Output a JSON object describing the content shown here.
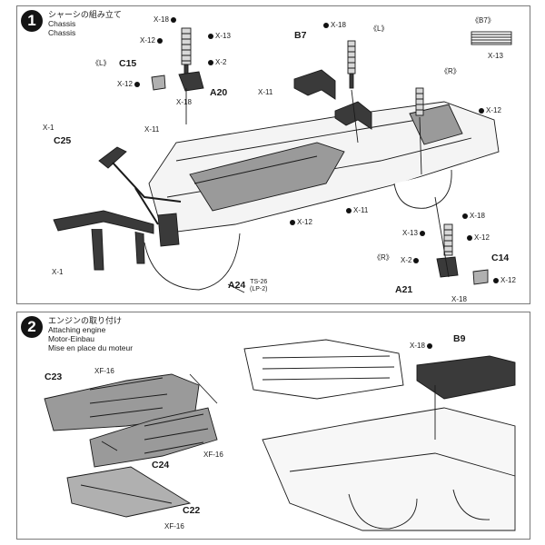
{
  "step1": {
    "number": "1",
    "title_jp": "シャーシの組み立て",
    "title_en": "Chassis",
    "title_de": "Chassis",
    "labels": {
      "x18_a": "X-18",
      "x12_a": "X-12",
      "x13_a": "X-13",
      "x2_a": "X-2",
      "c15": "C15",
      "l_a": "《L》",
      "x12_b": "X-12",
      "a20": "A20",
      "x18_b": "X-18",
      "b7_label": "B7",
      "x18_c": "X-18",
      "l_b": "《L》",
      "b7_bracket": "《B7》",
      "x13_b": "X-13",
      "r_a": "《R》",
      "x12_c": "X-12",
      "x11_a": "X-11",
      "x1_a": "X-1",
      "c25": "C25",
      "x11_b": "X-11",
      "x12_d": "X-12",
      "x11_c": "X-11",
      "x18_d": "X-18",
      "x13_c": "X-13",
      "x12_e": "X-12",
      "r_b": "《R》",
      "x2_b": "X-2",
      "c14": "C14",
      "x12_f": "X-12",
      "a21": "A21",
      "x18_e": "X-18",
      "x1_b": "X-1",
      "a24": "A24",
      "ts26": "TS-26",
      "lp2": "(LP-2)"
    }
  },
  "step2": {
    "number": "2",
    "title_jp": "エンジンの取り付け",
    "title_en": "Attaching engine",
    "title_de": "Motor-Einbau",
    "title_fr": "Mise en place du moteur",
    "labels": {
      "c23": "C23",
      "xf16_a": "XF-16",
      "xf16_b": "XF-16",
      "c24": "C24",
      "c22": "C22",
      "xf16_c": "XF-16",
      "x18": "X-18",
      "b9": "B9"
    }
  },
  "colors": {
    "ink": "#1a1a1a",
    "gray_part": "#8a8a8a",
    "dark_part": "#3a3a3a",
    "light_part": "#b0b0b0"
  }
}
